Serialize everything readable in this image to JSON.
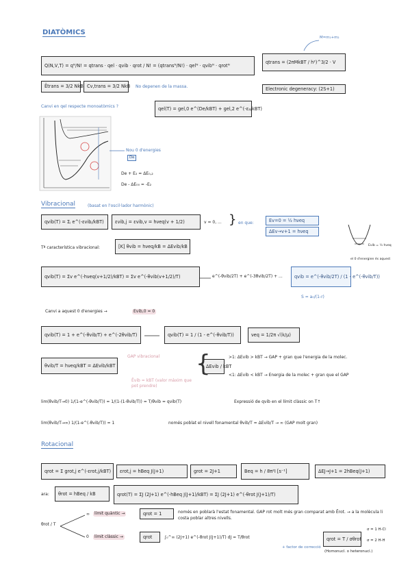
{
  "header": {
    "title": "DIATÒMICS"
  },
  "partition": {
    "main": "Q(N,V,T) = qᴺ/N! = qtrans · qel · qvib · qrot / N! = (qtransᴺ/N!) · qelᴺ · qvibᴺ · qrotᴺ",
    "qtrans": "qtrans = (2πMkBT / h²)^3/2 · V",
    "mass_note": "M=m₁+m₂",
    "energy": "Ētrans = 3/2 NkBT",
    "cv": "Cv,trans = 3/2 NkB",
    "mass_independence": "No depenen de la massa.",
    "degeneracy": "Electronic degeneracy: (2S+1)",
    "change_note": "Canvi en qel respecte monoatòmics ?",
    "qel": "qel(T) = gel,0 e^(De/kBT) + gel,2 e^(-ε₂/kBT)"
  },
  "diagram": {
    "new_zero": "Nou 0 d'energies",
    "de_label": "De",
    "eq1": "De + E₂ = ΔE₀,₂",
    "eq2": "De - ΔE₀₀ = -E₂"
  },
  "vibrational": {
    "heading": "Vibracional",
    "heading_note": "(basat en l'oscil·lador harmònic)",
    "qvib_sum": "qvib(T) = Σⱼ e^(-εvibⱼ/kBT)",
    "evib": "εvib,j = εvib,v = hνeq(v + 1/2)",
    "v_values": "v = 0, ...",
    "en_que": "en que:",
    "e0": "Ev=0 = ½ hνeq",
    "de": "ΔEv→v+1 = hνeq",
    "theta_label": "Tª característica vibracional:",
    "theta": "[K] θvib = hνeq/kB = ΔEvib/kB",
    "qvib_series": "qvib(T) = Σv e^(-hνeq(v+1/2)/kBT) = Σv e^(-θvib(v+1/2)/T)",
    "geometric": "e^(-θvib/2T) + e^(-3θvib/2T) + ...",
    "qvib_result": "qvib = e^(-θvib/2T) / (1 - e^(-θvib/T))",
    "s_note": "S = a₀/(1-r)",
    "zero_shift_note": "Canvi a aquest 0 d'energies →",
    "zero_shift_box": "Evib,0 = 0",
    "curve_note1": "Evib = ½ hνeq",
    "curve_note2": "el 0 d'energien és aquest",
    "qvib_alt": "qvib(T) = 1 + e^(-θvib/T) + e^(-2θvib/T)",
    "qvib_closed": "qvib(T) = 1 / (1 - e^(-θvib/T))",
    "veq": "νeq = 1/2π √(k/μ)",
    "ratio": "θvib/T = hνeq/kBT = ΔEvib/kBT",
    "gap_label": "GAP vibracional",
    "evib_label": "Ēvib = kBT (valor màxim que pot prendre)",
    "ratio_box": "ΔEvib / kBT",
    "gt1": ">1: ΔEvib > kBT → GAP + gran que l'energia de la molec.",
    "lt1": "<1: ΔEvib < kBT → Energia de la molec + gran que el GAP",
    "lim1": "lim(θvib/T→0) 1/(1-e^(-θvib/T)) = 1/(1-(1-θvib/T)) = T/θvib = qvib(T)",
    "lim1_note": "Expressió de qvib en el límit clàssic on T↑",
    "lim2": "lim(θvib/T→∞) 1/(1-e^(-θvib/T)) = 1",
    "lim2_note": "només poblat el nivell fonamental θvib/T = ΔEvib/T → ∞ (GAP molt gran)"
  },
  "rotational": {
    "heading": "Rotacional",
    "qrot": "qrot = Σ grot,j e^(-εrot,j/kBT)",
    "erot": "εrot,j = hBeq J(J+1)",
    "grot": "grot = 2J+1",
    "beq": "Beq = h / 8π²I   [s⁻¹]",
    "de": "ΔEJ→J+1 = 2hBeq(J+1)",
    "ara": "ara:",
    "theta": "θrot = hBeq / kB",
    "qrot_sum": "qrot(T) = ΣJ (2J+1) e^(-hBeq J(J+1)/kBT) = ΣJ (2J+1) e^(-θrot J(J+1)/T)",
    "ratio": "θrot / T",
    "inf": "∞",
    "zero": "0",
    "quantum": "límit quàntic →",
    "quantum_box": "qrot = 1",
    "quantum_note": "només en poblarà l'estat fonamental. GAP rot molt més gran comparat amb Ērot. → a la molècula li costa poblar altres nivells.",
    "classic": "límit clàssic →",
    "classic_box": "qrot",
    "integral": "∫₀^∞ (2J+1) e^(-θrot J(J+1)/T) dJ = T/θrot",
    "factor": "+ factor de correcció",
    "final": "qrot = T / σθrot",
    "sigma1": "σ = 1   H-Cl",
    "sigma2": "σ = 2   H-H",
    "homo": "(Homonucl. o heteronucl.)"
  }
}
